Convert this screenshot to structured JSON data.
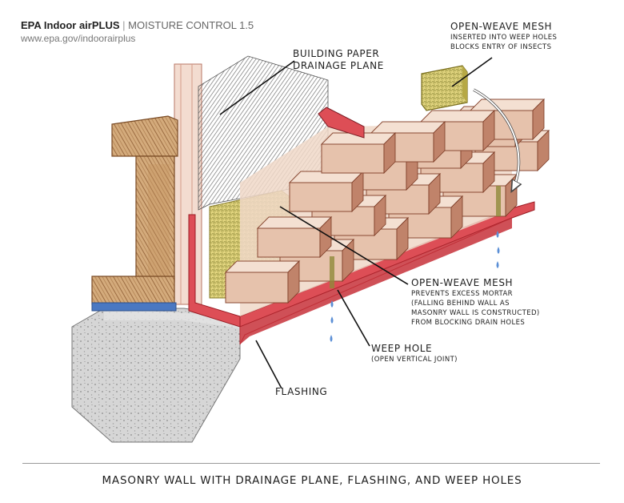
{
  "header": {
    "brand": "EPA Indoor airPLUS",
    "separator": "|",
    "module": "MOISTURE CONTROL 1.5",
    "url": "www.epa.gov/indoorairplus"
  },
  "labels": {
    "building_paper": {
      "line1": "BUILDING PAPER",
      "line2": "DRAINAGE PLANE"
    },
    "mesh_top": {
      "title": "OPEN-WEAVE MESH",
      "line1": "INSERTED INTO WEEP HOLES",
      "line2": "BLOCKS ENTRY OF INSECTS"
    },
    "mesh_mid": {
      "title": "OPEN-WEAVE MESH",
      "line1": "PREVENTS EXCESS MORTAR",
      "line2": "(FALLING BEHIND WALL AS",
      "line3": "MASONRY WALL IS CONSTRUCTED)",
      "line4": "FROM BLOCKING DRAIN HOLES"
    },
    "weep_hole": {
      "title": "WEEP HOLE",
      "sub": "(OPEN VERTICAL JOINT)"
    },
    "flashing": {
      "title": "FLASHING"
    }
  },
  "caption": "MASONRY WALL WITH DRAINAGE PLANE, FLASHING, AND WEEP HOLES",
  "colors": {
    "brick_face": "#e6c2ac",
    "brick_dark": "#c0836a",
    "flashing": "#d9434c",
    "mesh": "#e0d27a",
    "building_paper": "#7a7a7a",
    "concrete": "#cfcfcf",
    "wood": "#c99a6a",
    "water": "#5b8fd6",
    "sill_gasket": "#4a78c2"
  }
}
